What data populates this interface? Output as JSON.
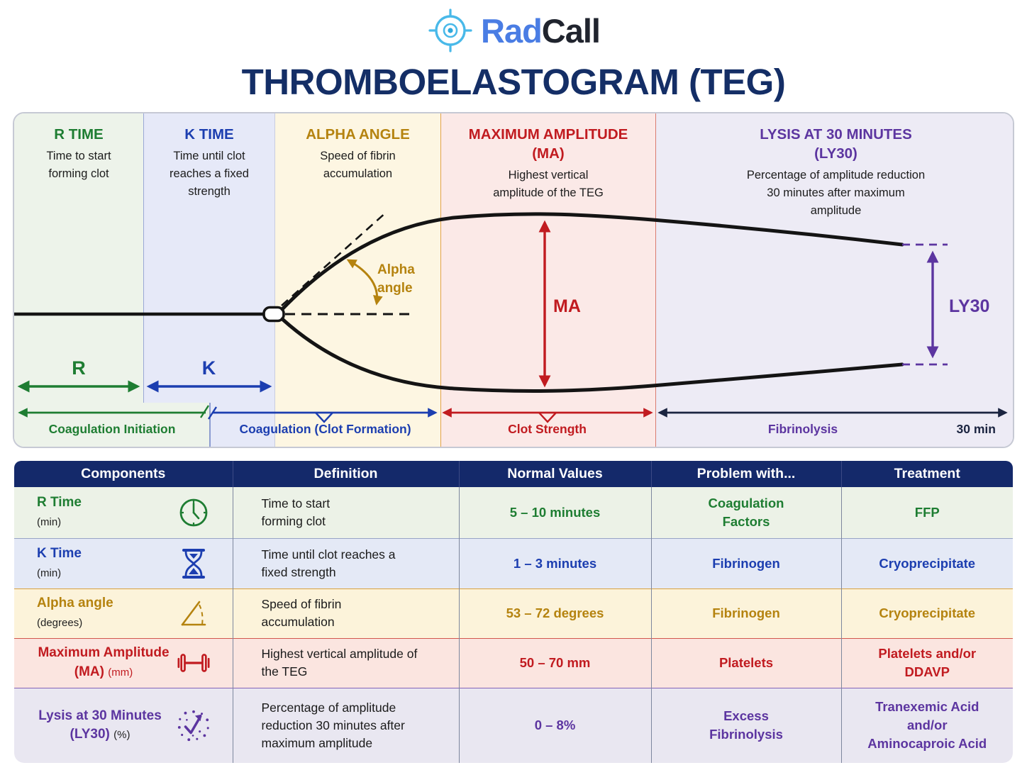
{
  "header": {
    "brand": {
      "part1": "Rad",
      "part2": "Call",
      "logo": "target-crosshair-icon"
    },
    "title": "THROMBOELASTOGRAM (TEG)"
  },
  "diagram": {
    "columns": [
      {
        "title": "R TIME",
        "subtitle": "",
        "description": "Time to start forming clot",
        "accent": "#1e7d32"
      },
      {
        "title": "K TIME",
        "subtitle": "",
        "description": "Time until clot reaches a fixed strength",
        "accent": "#1c3eb0"
      },
      {
        "title": "ALPHA ANGLE",
        "subtitle": "",
        "description": "Speed of fibrin accumulation",
        "accent": "#b5830f"
      },
      {
        "title": "MAXIMUM AMPLITUDE",
        "subtitle": "(MA)",
        "description": "Highest vertical amplitude of the TEG",
        "accent": "#c11b20"
      },
      {
        "title": "LYSIS AT 30 MINUTES",
        "subtitle": "(LY30)",
        "description": "Percentage of amplitude reduction 30 minutes after maximum amplitude",
        "accent": "#5c35a0"
      }
    ],
    "annotations": {
      "r": "R",
      "k": "K",
      "alpha": "Alpha angle",
      "ma": "MA",
      "ly30": "LY30"
    },
    "phases": [
      {
        "label": "Coagulation Initiation",
        "color": "#1e7d32"
      },
      {
        "label": "Coagulation (Clot Formation)",
        "color": "#1c3eb0"
      },
      {
        "label": "Clot Strength",
        "color": "#c11b20"
      },
      {
        "label": "Fibrinolysis",
        "color": "#5c35a0"
      }
    ],
    "end_time": "30 min"
  },
  "table": {
    "headers": [
      "Components",
      "Definition",
      "Normal Values",
      "Problem with...",
      "Treatment"
    ],
    "rows": [
      {
        "component": "R Time",
        "unit": "(min)",
        "icon": "clock-icon",
        "definition": "Time to start forming clot",
        "normal": "5 – 10 minutes",
        "problem": "Coagulation Factors",
        "treatment": "FFP",
        "accent": "#1e7d32"
      },
      {
        "component": "K Time",
        "unit": "(min)",
        "icon": "hourglass-icon",
        "definition": "Time until clot reaches a fixed strength",
        "normal": "1 – 3 minutes",
        "problem": "Fibrinogen",
        "treatment": "Cryoprecipitate",
        "accent": "#1c3eb0"
      },
      {
        "component": "Alpha angle",
        "unit": "(degrees)",
        "icon": "angle-icon",
        "definition": "Speed of fibrin accumulation",
        "normal": "53 – 72 degrees",
        "problem": "Fibrinogen",
        "treatment": "Cryoprecipitate",
        "accent": "#b5830f"
      },
      {
        "component": "Maximum Amplitude (MA)",
        "unit": "(mm)",
        "icon": "dumbbell-icon",
        "definition": "Highest vertical amplitude of the TEG",
        "normal": "50 – 70 mm",
        "problem": "Platelets",
        "treatment": "Platelets and/or DDAVP",
        "accent": "#c11b20"
      },
      {
        "component": "Lysis at 30 Minutes (LY30)",
        "unit": "(%)",
        "icon": "lysis-scatter-icon",
        "definition": "Percentage of amplitude reduction 30 minutes after maximum amplitude",
        "normal": "0 – 8%",
        "problem": "Excess Fibrinolysis",
        "treatment": "Tranexemic Acid and/or Aminocaproic Acid",
        "accent": "#5c35a0"
      }
    ]
  }
}
